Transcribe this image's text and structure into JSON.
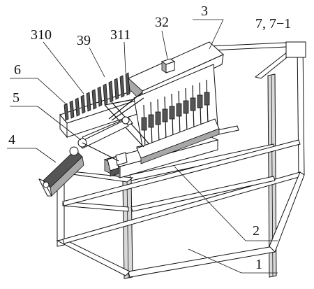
{
  "labels": {
    "l1": "1",
    "l2": "2",
    "l3": "3",
    "l4": "4",
    "l5": "5",
    "l6": "6",
    "l32": "32",
    "l39": "39",
    "l310": "310",
    "l311": "311",
    "l7": "7, 7−1"
  },
  "colors": {
    "stroke": "#111111",
    "background": "#ffffff"
  }
}
